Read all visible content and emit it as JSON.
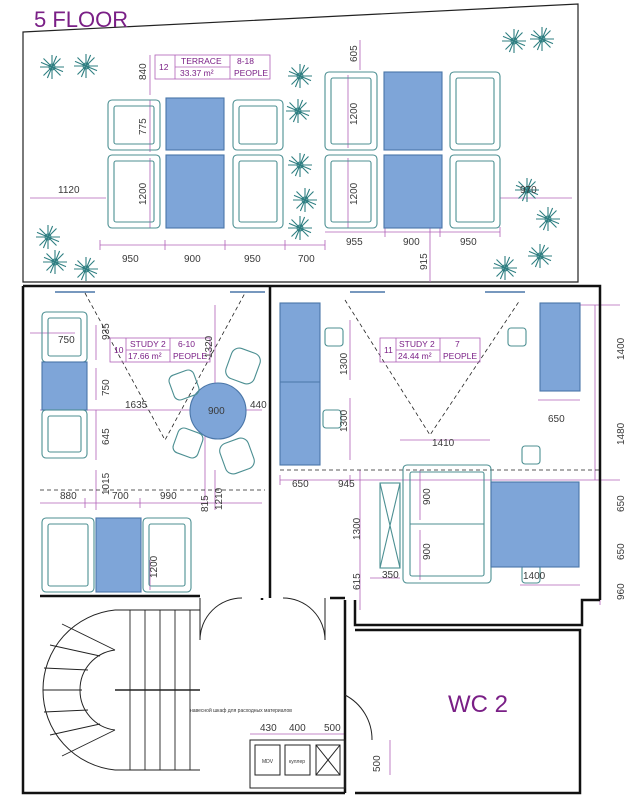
{
  "title": "5 FLOOR",
  "rooms": {
    "terrace": {
      "num": "12",
      "name": "TERRACE",
      "area": "33.37 m²",
      "people_top": "8-18",
      "people_bottom": "PEOPLE"
    },
    "study_a": {
      "num": "10",
      "name": "STUDY 2",
      "area": "17.66 m²",
      "people_top": "6-10",
      "people_bottom": "PEOPLE"
    },
    "study_b": {
      "num": "11",
      "name": "STUDY 2",
      "area": "24.44 m²",
      "people_top": "7",
      "people_bottom": "PEOPLE"
    },
    "wc": {
      "name": "WC 2"
    }
  },
  "dims": {
    "d840": "840",
    "d605": "605",
    "d775": "775",
    "d1200a": "1200",
    "d1200b": "1200",
    "d1200c": "1200",
    "d1120": "1120",
    "d970": "970",
    "d950a": "950",
    "d900a": "900",
    "d950b": "950",
    "d700a": "700",
    "d955": "955",
    "d900b": "900",
    "d950c": "950",
    "d915": "915",
    "d750a": "750",
    "d935": "935",
    "d1320": "1320",
    "d750b": "750",
    "d1635": "1635",
    "d900c": "900",
    "d440": "440",
    "d645": "645",
    "d815": "815",
    "d1210": "1210",
    "d1015": "1015",
    "d880": "880",
    "d700b": "700",
    "d990": "990",
    "d1200d": "1200",
    "d1300a": "1300",
    "d1300b": "1300",
    "d650a": "650",
    "d1400a": "1400",
    "d1480": "1480",
    "d650b": "650",
    "d945": "945",
    "d1410": "1410",
    "d900d": "900",
    "d900e": "900",
    "d1300c": "1300",
    "d615": "615",
    "d350": "350",
    "d1400b": "1400",
    "d650c": "650",
    "d650d": "650",
    "d960": "960",
    "d430": "430",
    "d400": "400",
    "d500a": "500",
    "d500b": "500"
  },
  "labels": {
    "cabinet": "навесной шкаф для расходных материалов",
    "mdv": "MDV",
    "cooler": "куллер"
  },
  "colors": {
    "accent": "#7a1f86",
    "furniture_fill": "#7ea5d8",
    "furniture_line": "#4c8f92",
    "dimension": "#b060b8",
    "wall": "#111111",
    "plant": "#2f7f82"
  }
}
